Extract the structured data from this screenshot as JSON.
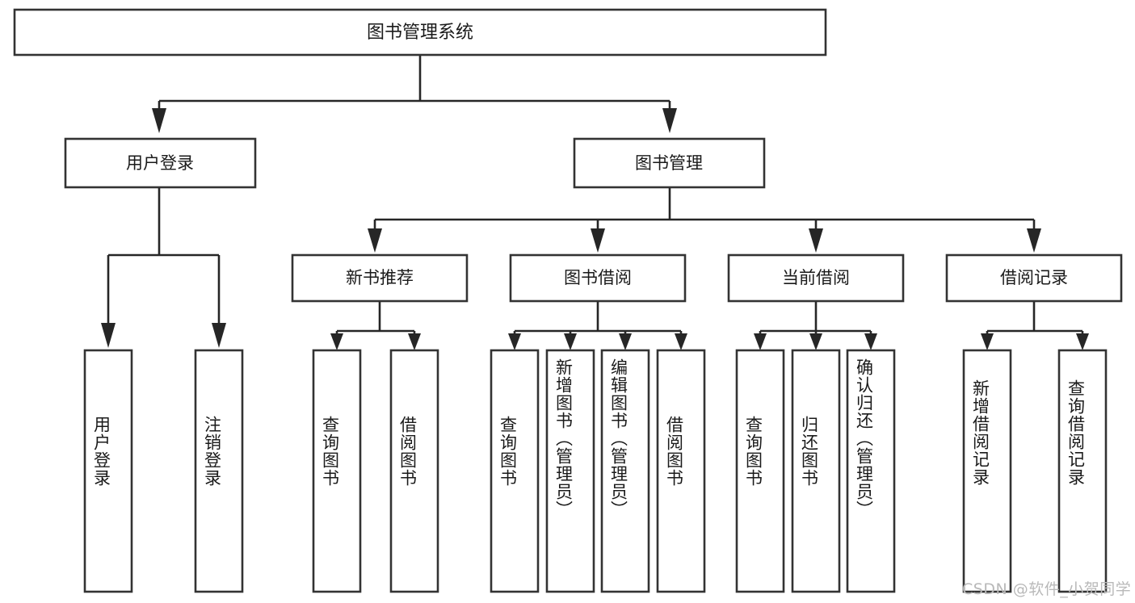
{
  "diagram": {
    "type": "tree",
    "title": "图书管理系统",
    "orientation": "top-down",
    "root": {
      "id": "root",
      "label": "图书管理系统",
      "level": 1
    },
    "level2": [
      {
        "id": "user-login",
        "label": "用户登录",
        "level": 2
      },
      {
        "id": "book-manage",
        "label": "图书管理",
        "level": 2
      }
    ],
    "level3": [
      {
        "id": "new-book-recommend",
        "label": "新书推荐",
        "level": 3,
        "parent": "book-manage"
      },
      {
        "id": "book-borrow",
        "label": "图书借阅",
        "level": 3,
        "parent": "book-manage"
      },
      {
        "id": "current-borrow",
        "label": "当前借阅",
        "level": 3,
        "parent": "book-manage"
      },
      {
        "id": "borrow-record",
        "label": "借阅记录",
        "level": 3,
        "parent": "book-manage"
      }
    ],
    "leaves": [
      {
        "id": "leaf-user-login",
        "label": "用户登录",
        "parent": "user-login"
      },
      {
        "id": "leaf-logout-login",
        "label": "注销登录",
        "parent": "user-login"
      },
      {
        "id": "leaf-query-book-1",
        "label": "查询图书",
        "parent": "new-book-recommend"
      },
      {
        "id": "leaf-borrow-book-1",
        "label": "借阅图书",
        "parent": "new-book-recommend"
      },
      {
        "id": "leaf-query-book-2",
        "label": "查询图书",
        "parent": "book-borrow"
      },
      {
        "id": "leaf-add-book",
        "label": "新增图书（管理员）",
        "parent": "book-borrow"
      },
      {
        "id": "leaf-edit-book",
        "label": "编辑图书（管理员）",
        "parent": "book-borrow"
      },
      {
        "id": "leaf-borrow-book-2",
        "label": "借阅图书",
        "parent": "book-borrow"
      },
      {
        "id": "leaf-query-book-3",
        "label": "查询图书",
        "parent": "current-borrow"
      },
      {
        "id": "leaf-return-book",
        "label": "归还图书",
        "parent": "current-borrow"
      },
      {
        "id": "leaf-confirm-return",
        "label": "确认归还（管理员）",
        "parent": "current-borrow"
      },
      {
        "id": "leaf-add-record",
        "label": "新增借阅记录",
        "parent": "borrow-record"
      },
      {
        "id": "leaf-query-record",
        "label": "查询借阅记录",
        "parent": "borrow-record"
      }
    ]
  },
  "watermark": {
    "text": "CSDN @软件_小贺同学"
  },
  "colors": {
    "box_stroke": "#333333",
    "box_fill": "#ffffff",
    "edge": "#262626",
    "text": "#1a1a1a",
    "watermark": "#b9b9b9",
    "background": "#ffffff"
  }
}
